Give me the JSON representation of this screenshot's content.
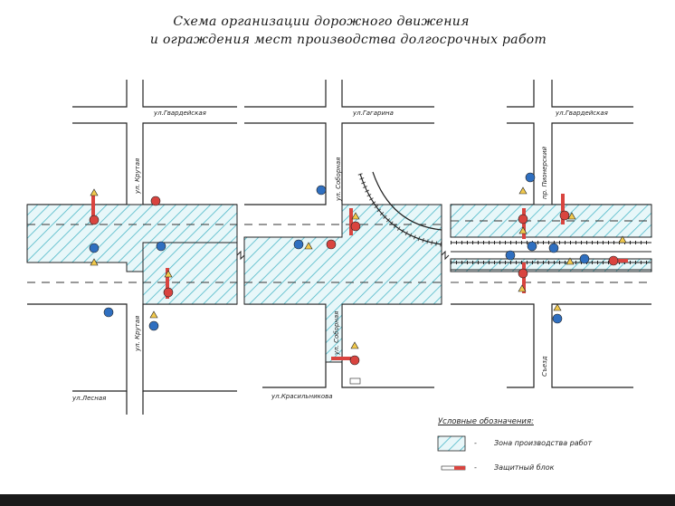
{
  "title": {
    "line1": "Схема организации дорожного движения",
    "line2": "и ограждения мест производства долгосрочных работ"
  },
  "streets": {
    "gvardeyskaya_left": "ул.Гвардейская",
    "gagarina": "ул.Гагарина",
    "gvardeyskaya_right": "ул.Гвардейская",
    "krutaya_top": "ул. Крутая",
    "sobornaya_top": "ул. Соборная",
    "pionersky": "пр. Пионерский",
    "krutaya_bottom": "ул. Крутая",
    "sobornaya_bottom": "ул. Соборная",
    "sezd": "Съезд",
    "lesnaya": "ул.Лесная",
    "krasilnikova": "ул.Красильникова"
  },
  "legend": {
    "title": "Условные обозначения:",
    "dash": "-",
    "zone_label": "Зона производства работ",
    "block_label": "Защитный блок"
  },
  "colors": {
    "hatch": "#4db8c8",
    "zone_fill": "#e8f7f9",
    "road_line": "#222222",
    "block_red": "#d9443f",
    "sign_blue": "#2f6fc0",
    "sign_red": "#d9443f",
    "warning_yellow": "#f2c94c"
  }
}
